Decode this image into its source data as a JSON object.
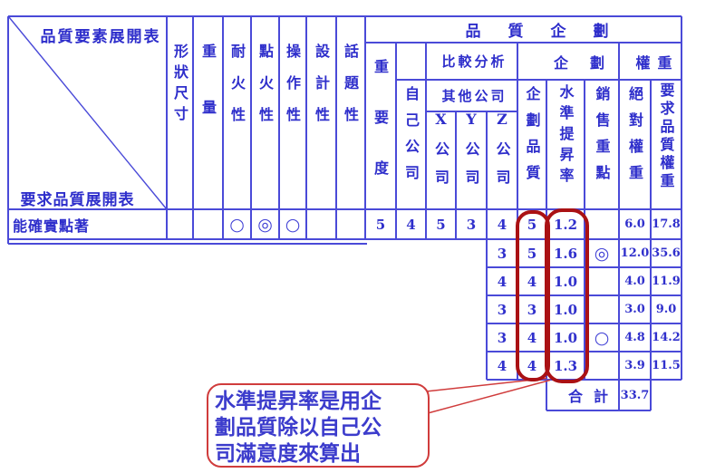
{
  "colors": {
    "grid_blue": "#4a4ad8",
    "text_blue": "#2e2ecb",
    "number_blue": "#3030cc",
    "highlight_red": "#aa1114",
    "callout_red": "#d03c3c"
  },
  "left_table": {
    "corner_top_label": "品質要素展開表",
    "corner_bottom_label": "要求品質展開表",
    "columns": [
      "形狀尺寸",
      "重量",
      "耐火性",
      "點火性",
      "操作性",
      "設計性",
      "話題性"
    ],
    "data_row": {
      "label": "能確實點著",
      "marks": [
        "",
        "",
        "○",
        "◎",
        "○",
        "",
        ""
      ]
    }
  },
  "right_table": {
    "title": "品質企劃",
    "importance": "重要度",
    "comparison": "比較分析",
    "planning_group": "企劃",
    "weight_group": "權重",
    "self_company": "自己公司",
    "other_companies": "其他公司",
    "company_x": "X公司",
    "company_y": "Y公司",
    "company_z": "Z公司",
    "planned_quality": "企劃品質",
    "level_up_rate": "水準提昇率",
    "sales_point": "銷售重點",
    "absolute_weight": "絕對權重",
    "demanded_quality_weight": "要求品質權重",
    "row1": [
      "5",
      "4",
      "5",
      "3",
      "4",
      "5",
      "1.2",
      "",
      "6.0",
      "17.8"
    ],
    "rows": [
      [
        "3",
        "5",
        "1.6",
        "◎",
        "12.0",
        "35.6"
      ],
      [
        "4",
        "4",
        "1.0",
        "",
        "4.0",
        "11.9"
      ],
      [
        "3",
        "3",
        "1.0",
        "",
        "3.0",
        "9.0"
      ],
      [
        "3",
        "4",
        "1.0",
        "○",
        "4.8",
        "14.2"
      ],
      [
        "4",
        "4",
        "1.3",
        "",
        "3.9",
        "11.5"
      ]
    ],
    "total_label": "合計",
    "total_value": "33.7"
  },
  "callout": {
    "lines": [
      "水準提昇率是用企",
      "劃品質除以自己公",
      "司滿意度來算出"
    ]
  }
}
